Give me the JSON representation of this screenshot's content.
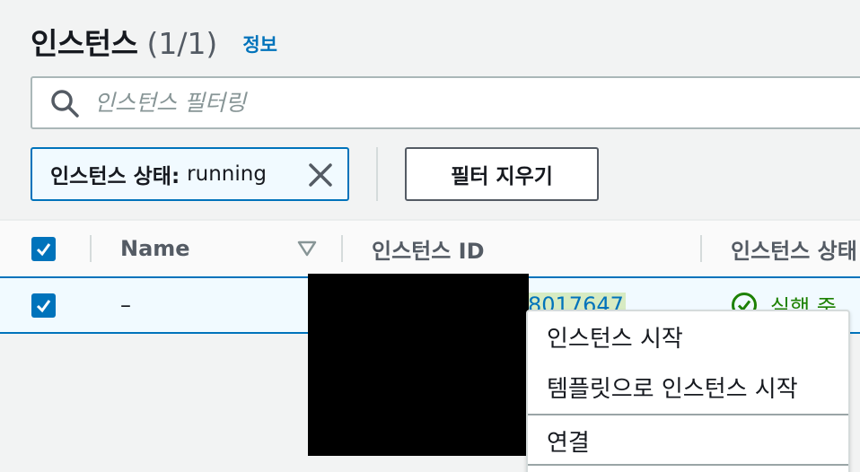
{
  "header": {
    "title": "인스턴스",
    "count": "(1/1)",
    "info_link": "정보"
  },
  "search": {
    "placeholder": "인스턴스 필터링",
    "value": ""
  },
  "filter_token": {
    "label": "인스턴스 상태:",
    "value": "running"
  },
  "clear_filters_label": "필터 지우기",
  "table": {
    "columns": [
      "Name",
      "인스턴스 ID",
      "인스턴스 상태"
    ],
    "rows": [
      {
        "name": "–",
        "instance_id": "8017647",
        "state": "실행 중",
        "selected": true
      }
    ]
  },
  "context_menu": {
    "items": [
      "인스턴스 시작",
      "템플릿으로 인스턴스 시작",
      "연결"
    ]
  },
  "colors": {
    "accent": "#0073bb",
    "success": "#1d8102",
    "background": "#f2f3f3"
  }
}
